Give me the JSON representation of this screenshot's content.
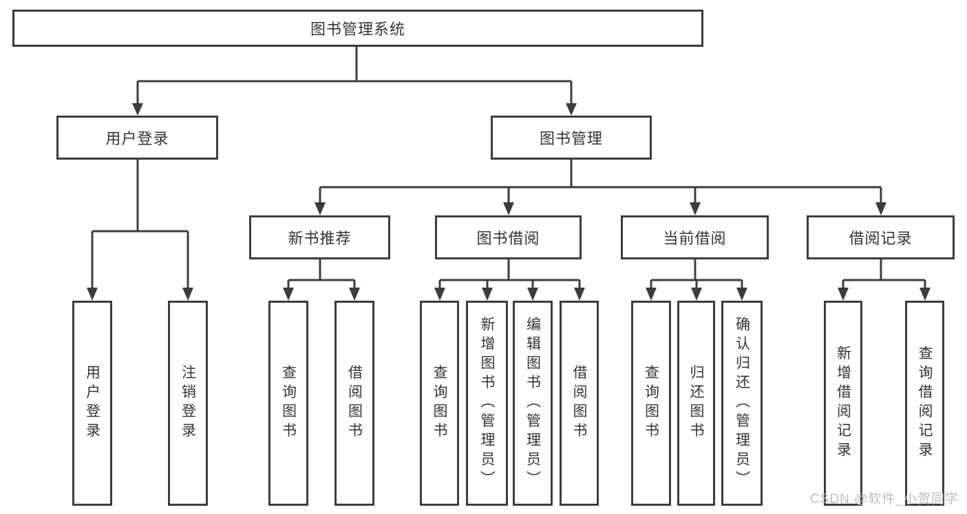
{
  "tree": {
    "root": {
      "label": "图书管理系统",
      "children": [
        {
          "label": "用户登录",
          "children": [
            {
              "label": "用户登录"
            },
            {
              "label": "注销登录"
            }
          ]
        },
        {
          "label": "图书管理",
          "children": [
            {
              "label": "新书推荐",
              "children": [
                {
                  "label": "查询图书"
                },
                {
                  "label": "借阅图书"
                }
              ]
            },
            {
              "label": "图书借阅",
              "children": [
                {
                  "label": "查询图书"
                },
                {
                  "label": "新增图书（管理员）"
                },
                {
                  "label": "编辑图书（管理员）"
                },
                {
                  "label": "借阅图书"
                }
              ]
            },
            {
              "label": "当前借阅",
              "children": [
                {
                  "label": "查询图书"
                },
                {
                  "label": "归还图书"
                },
                {
                  "label": "确认归还（管理员）"
                }
              ]
            },
            {
              "label": "借阅记录",
              "children": [
                {
                  "label": "新增借阅记录"
                },
                {
                  "label": "查询借阅记录"
                }
              ]
            }
          ]
        }
      ]
    }
  },
  "watermark": {
    "text": "CSDN @软件_小贺同学"
  },
  "colors": {
    "line": "#3c3c3c",
    "text": "#333333",
    "watermark": "#bdbdbd",
    "background": "#ffffff"
  }
}
